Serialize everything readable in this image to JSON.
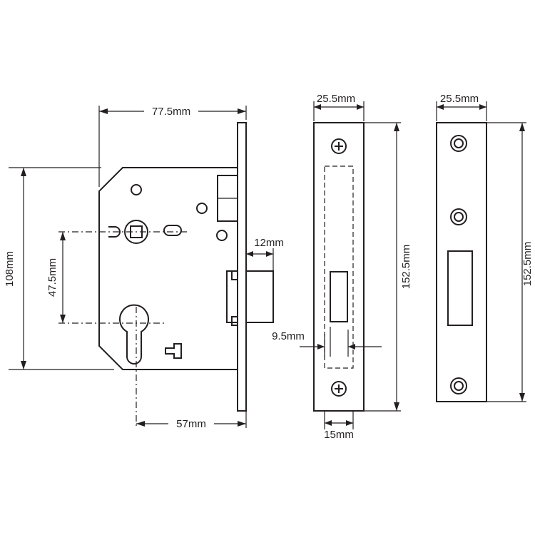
{
  "dimensions": {
    "case_width": "77.5mm",
    "case_height": "108mm",
    "centres": "47.5mm",
    "backset": "57mm",
    "bolt_throw": "12mm",
    "latch_face_width": "25.5mm",
    "latch_face_height": "152.5mm",
    "latch_slot_offset": "9.5mm",
    "latch_slot_width": "15mm",
    "strike_width": "25.5mm",
    "strike_height": "152.5mm"
  }
}
